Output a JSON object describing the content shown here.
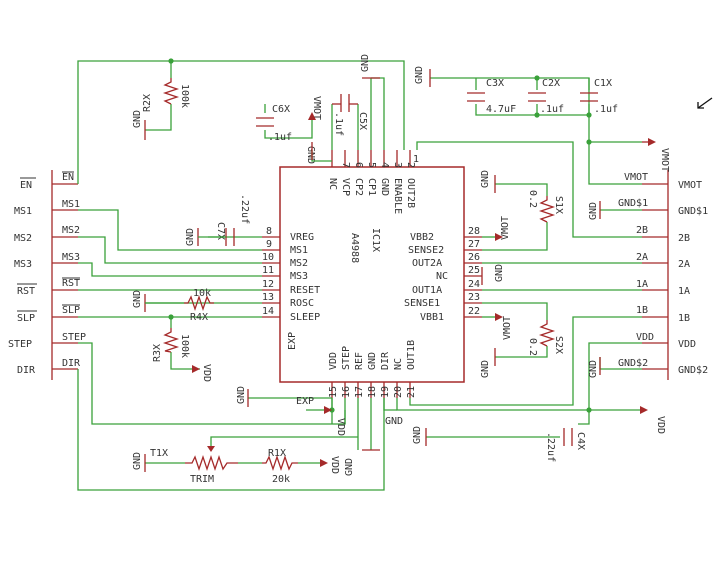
{
  "ic": {
    "name": "IC1X",
    "part": "A4988",
    "left_pins": [
      {
        "name": "VREG",
        "num": "8"
      },
      {
        "name": "MS1",
        "num": "9"
      },
      {
        "name": "MS2",
        "num": "10"
      },
      {
        "name": "MS3",
        "num": "11"
      },
      {
        "name": "RESET",
        "num": "12"
      },
      {
        "name": "ROSC",
        "num": "13"
      },
      {
        "name": "SLEEP",
        "num": "14"
      }
    ],
    "right_pins": [
      {
        "name": "VBB2",
        "num": "28"
      },
      {
        "name": "SENSE2",
        "num": "27"
      },
      {
        "name": "OUT2A",
        "num": "26"
      },
      {
        "name": "NC",
        "num": "25"
      },
      {
        "name": "OUT1A",
        "num": "24"
      },
      {
        "name": "SENSE1",
        "num": "23"
      },
      {
        "name": "VBB1",
        "num": "22"
      }
    ],
    "top_pins": [
      {
        "name": "NC",
        "num": ""
      },
      {
        "name": "VCP",
        "num": "7"
      },
      {
        "name": "CP2",
        "num": "6"
      },
      {
        "name": "CP1",
        "num": "5"
      },
      {
        "name": "GND",
        "num": "4"
      },
      {
        "name": "ENABLE",
        "num": "3"
      },
      {
        "name": "OUT2B",
        "num": "2"
      },
      {
        "name": "",
        "num": "1"
      },
      {
        "name": "GND",
        "num": ""
      }
    ],
    "bottom_pins": [
      {
        "name": "EXP",
        "num": ""
      },
      {
        "name": "VDD",
        "num": "15"
      },
      {
        "name": "STEP",
        "num": "16"
      },
      {
        "name": "REF",
        "num": "17"
      },
      {
        "name": "GND",
        "num": "18"
      },
      {
        "name": "DIR",
        "num": "19"
      },
      {
        "name": "NC",
        "num": "20"
      },
      {
        "name": "OUT1B",
        "num": "21"
      },
      {
        "name": "",
        "num": ""
      }
    ]
  },
  "header_left": {
    "pins": [
      {
        "label": "EN"
      },
      {
        "label": "MS1"
      },
      {
        "label": "MS2"
      },
      {
        "label": "MS3"
      },
      {
        "label": "RST"
      },
      {
        "label": "SLP"
      },
      {
        "label": "STEP"
      },
      {
        "label": "DIR"
      }
    ]
  },
  "header_right": {
    "pins": [
      {
        "label": "VMOT"
      },
      {
        "label": "GND$1"
      },
      {
        "label": "2B"
      },
      {
        "label": "2A"
      },
      {
        "label": "1A"
      },
      {
        "label": "1B"
      },
      {
        "label": "VDD"
      },
      {
        "label": "GND$2"
      }
    ],
    "nets": {
      "vmot": "VMOT",
      "gnd1": "GND$1",
      "b2": "2B",
      "a2": "2A",
      "a1": "1A",
      "b1": "1B",
      "vdd": "VDD",
      "gnd2": "GND$2"
    }
  },
  "nets": {
    "en": "EN",
    "ms1": "MS1",
    "ms2": "MS2",
    "ms3": "MS3",
    "rst": "RST",
    "slp": "SLP",
    "step": "STEP",
    "dir": "DIR"
  },
  "components": {
    "r2x": {
      "ref": "R2X",
      "value": "100k"
    },
    "r3x": {
      "ref": "R3X",
      "value": "100k"
    },
    "r4x": {
      "ref": "R4X",
      "value": "10k"
    },
    "r1x": {
      "ref": "R1X",
      "value": "20k"
    },
    "t1x": {
      "ref": "T1X",
      "value": "TRIM"
    },
    "c7x": {
      "ref": "C7X",
      "value": ".22uf"
    },
    "c6x": {
      "ref": "C6X",
      "value": ".1uf"
    },
    "c5x": {
      "ref": "C5X",
      "value": ".1uf"
    },
    "c3x": {
      "ref": "C3X",
      "value": "4.7uF"
    },
    "c2x": {
      "ref": "C2X",
      "value": ".1uf"
    },
    "c1x": {
      "ref": "C1X",
      "value": ".1uf"
    },
    "c4x": {
      "ref": "C4X",
      "value": ".22uf"
    },
    "s1x": {
      "ref": "S1X",
      "value": "0.2"
    },
    "s2x": {
      "ref": "S2X",
      "value": "0.2"
    }
  },
  "labels": {
    "gnd": "GND",
    "vmot": "VMOT",
    "vdd": "VDD",
    "exp": "EXP"
  }
}
